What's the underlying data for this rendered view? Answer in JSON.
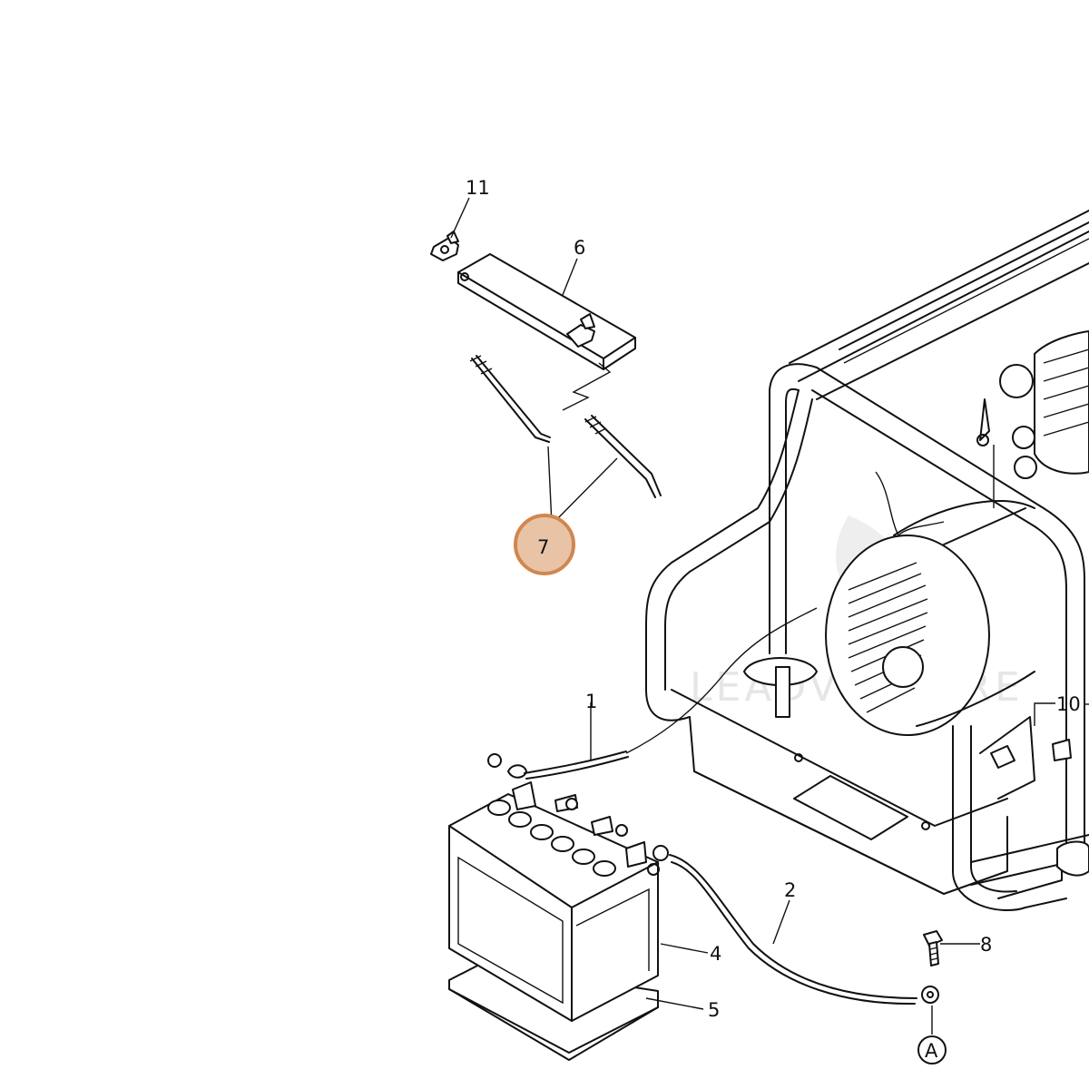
{
  "callouts": {
    "c1": "1",
    "c2": "2",
    "c4": "4",
    "c5": "5",
    "c6": "6",
    "c7": "7",
    "c8": "8",
    "c10": "10",
    "c11": "11",
    "cA": "A"
  },
  "watermark": "LEADVENTURE",
  "colors": {
    "highlight_fill": "#e9c3a6",
    "highlight_stroke": "#d0874f",
    "line": "#111111"
  }
}
